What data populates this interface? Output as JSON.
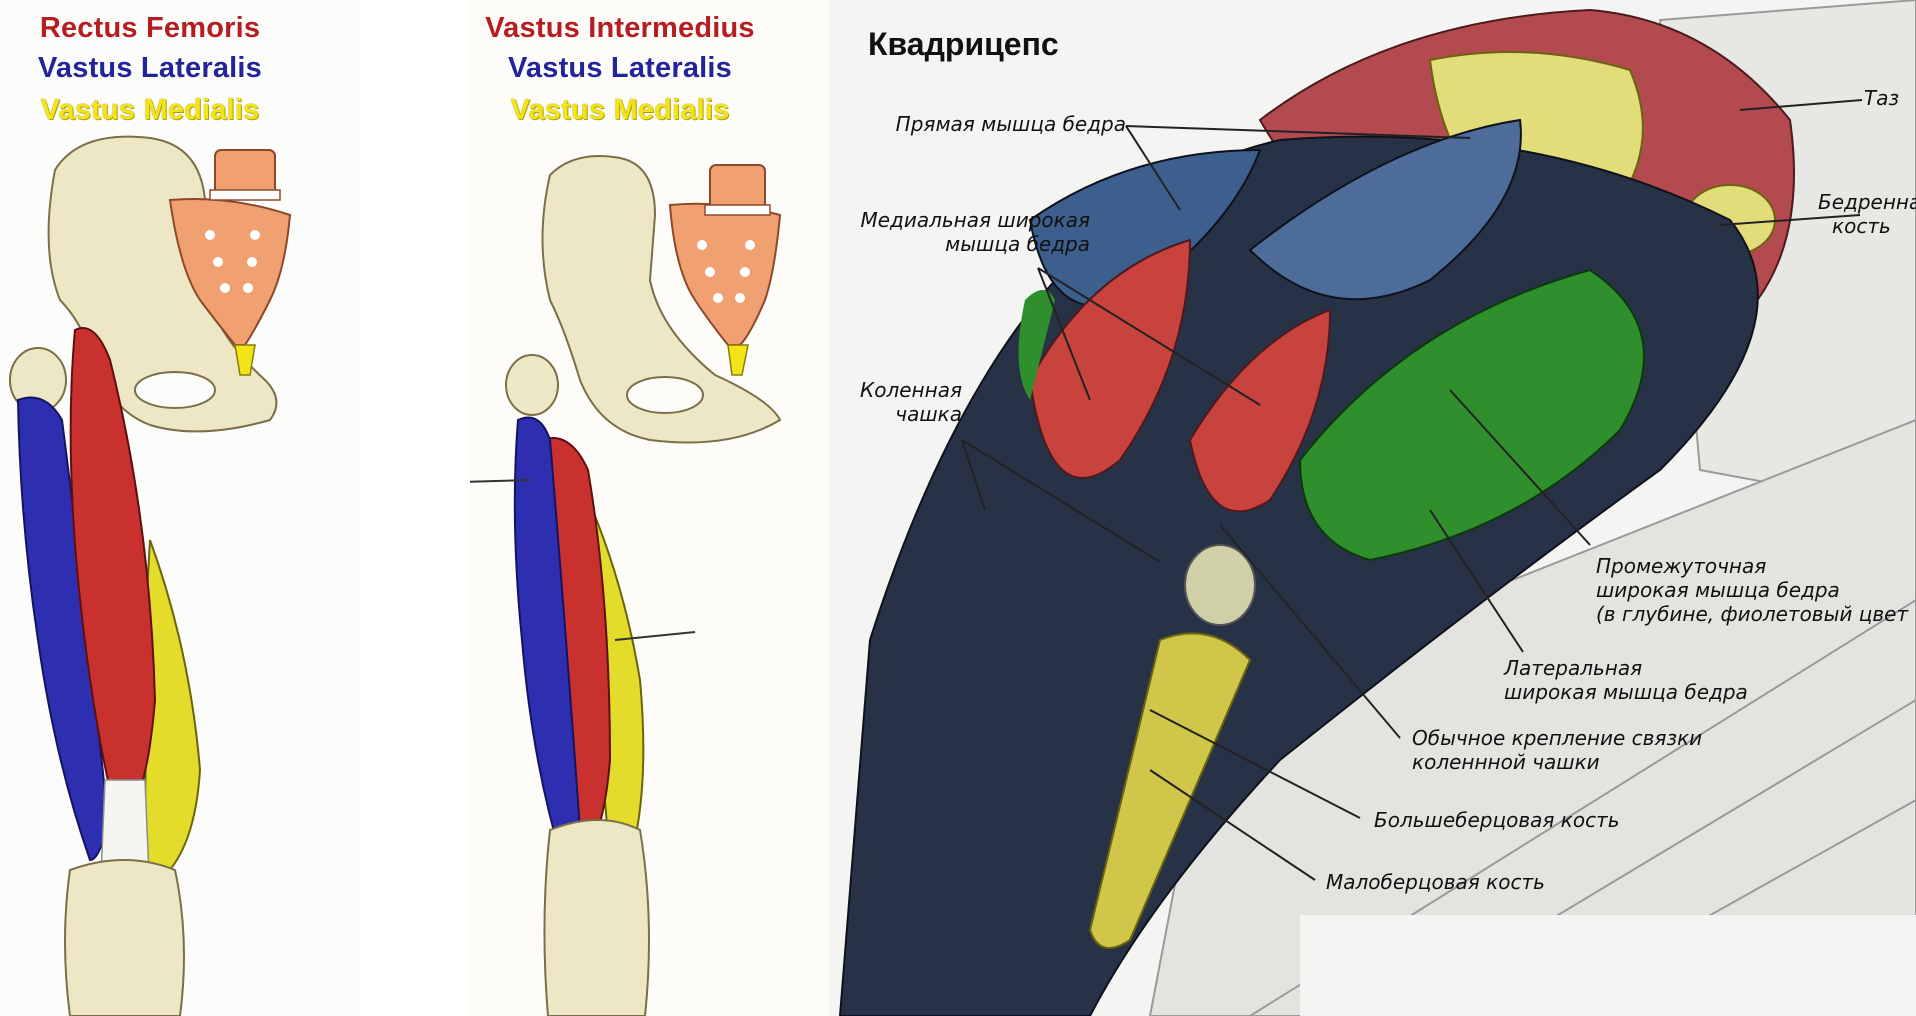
{
  "left_panel": {
    "titles": [
      "Rectus Femoris",
      "Vastus Lateralis",
      "Vastus Medialis"
    ]
  },
  "middle_panel": {
    "titles": [
      "Vastus Intermedius",
      "Vastus Lateralis",
      "Vastus Medialis"
    ]
  },
  "right_panel": {
    "heading": "Квадрицепс",
    "labels": {
      "rectus": "Прямая мышца бедра",
      "medial_1": "Медиальная широкая",
      "medial_2": "мышца бедра",
      "patella_1": "Коленная",
      "patella_2": "чашка",
      "pelvis": "Таз",
      "femur_1": "Бедренная",
      "femur_2": "кость",
      "intermed_1": "Промежуточная",
      "intermed_2": "широкая мышца бедра",
      "intermed_3": "(в глубине, фиолетовый цвет",
      "lateral_1": "Латеральная",
      "lateral_2": "широкая мышца бедра",
      "ligament_1": "Обычное крепление связки",
      "ligament_2": "коленнной чашки",
      "tibia": "Большеберцовая кость",
      "fibula": "Малоберцовая кость"
    }
  },
  "colors": {
    "rectus_femoris": "#c8312e",
    "vastus_lateralis": "#2e2fb0",
    "vastus_medialis": "#e3dc2b",
    "vastus_intermedius_green": "#2f8f2c",
    "bone": "#ede6c6",
    "sacrum": "#f0a071"
  }
}
